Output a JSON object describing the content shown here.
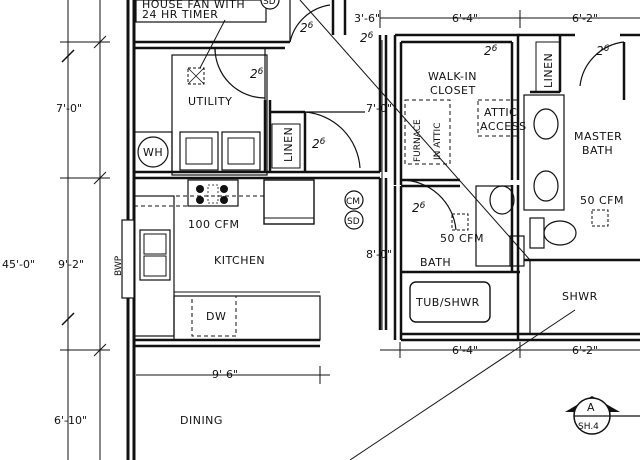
{
  "rooms": {
    "timer_note_1": "HOUSE FAN WITH",
    "timer_note_2": "24 HR TIMER",
    "utility": "UTILITY",
    "wh": "WH",
    "linen1": "LINEN",
    "linen2": "LINEN",
    "walkin_1": "WALK-IN",
    "walkin_2": "CLOSET",
    "attic_1": "ATTIC",
    "attic_2": "ACCESS",
    "furnace": "FURNACE",
    "in_attic": "IN ATTIC",
    "master_bath_1": "MASTER",
    "master_bath_2": "BATH",
    "kitchen": "KITCHEN",
    "cfm_kitchen": "100 CFM",
    "cfm_bath": "50 CFM",
    "cfm_master": "50 CFM",
    "dw": "DW",
    "bwp": "BWP",
    "bath": "BATH",
    "tub": "TUB/SHWR",
    "shwr": "SHWR",
    "dining": "DINING",
    "cm": "CM",
    "sd1": "SD",
    "sd2": "SD"
  },
  "dimensions": {
    "d_7_0_left": "7'-0\"",
    "d_45_0": "45'-0\"",
    "d_9_2": "9'-2\"",
    "d_6_10": "6'-10\"",
    "d_7_0_mid": "7'-0\"",
    "d_8_0": "8'-0\"",
    "d_3_6": "3'-6\"",
    "d_6_4_top": "6'-4\"",
    "d_6_2_top": "6'-2\"",
    "d_6_4_bot": "6'-4\"",
    "d_6_2_bot": "6'-2\"",
    "d_9_6": "9'-6\""
  },
  "doors": {
    "mark": "2",
    "mark_sup": "6"
  },
  "section_marker": {
    "letter": "A",
    "sheet": "SH.4"
  }
}
